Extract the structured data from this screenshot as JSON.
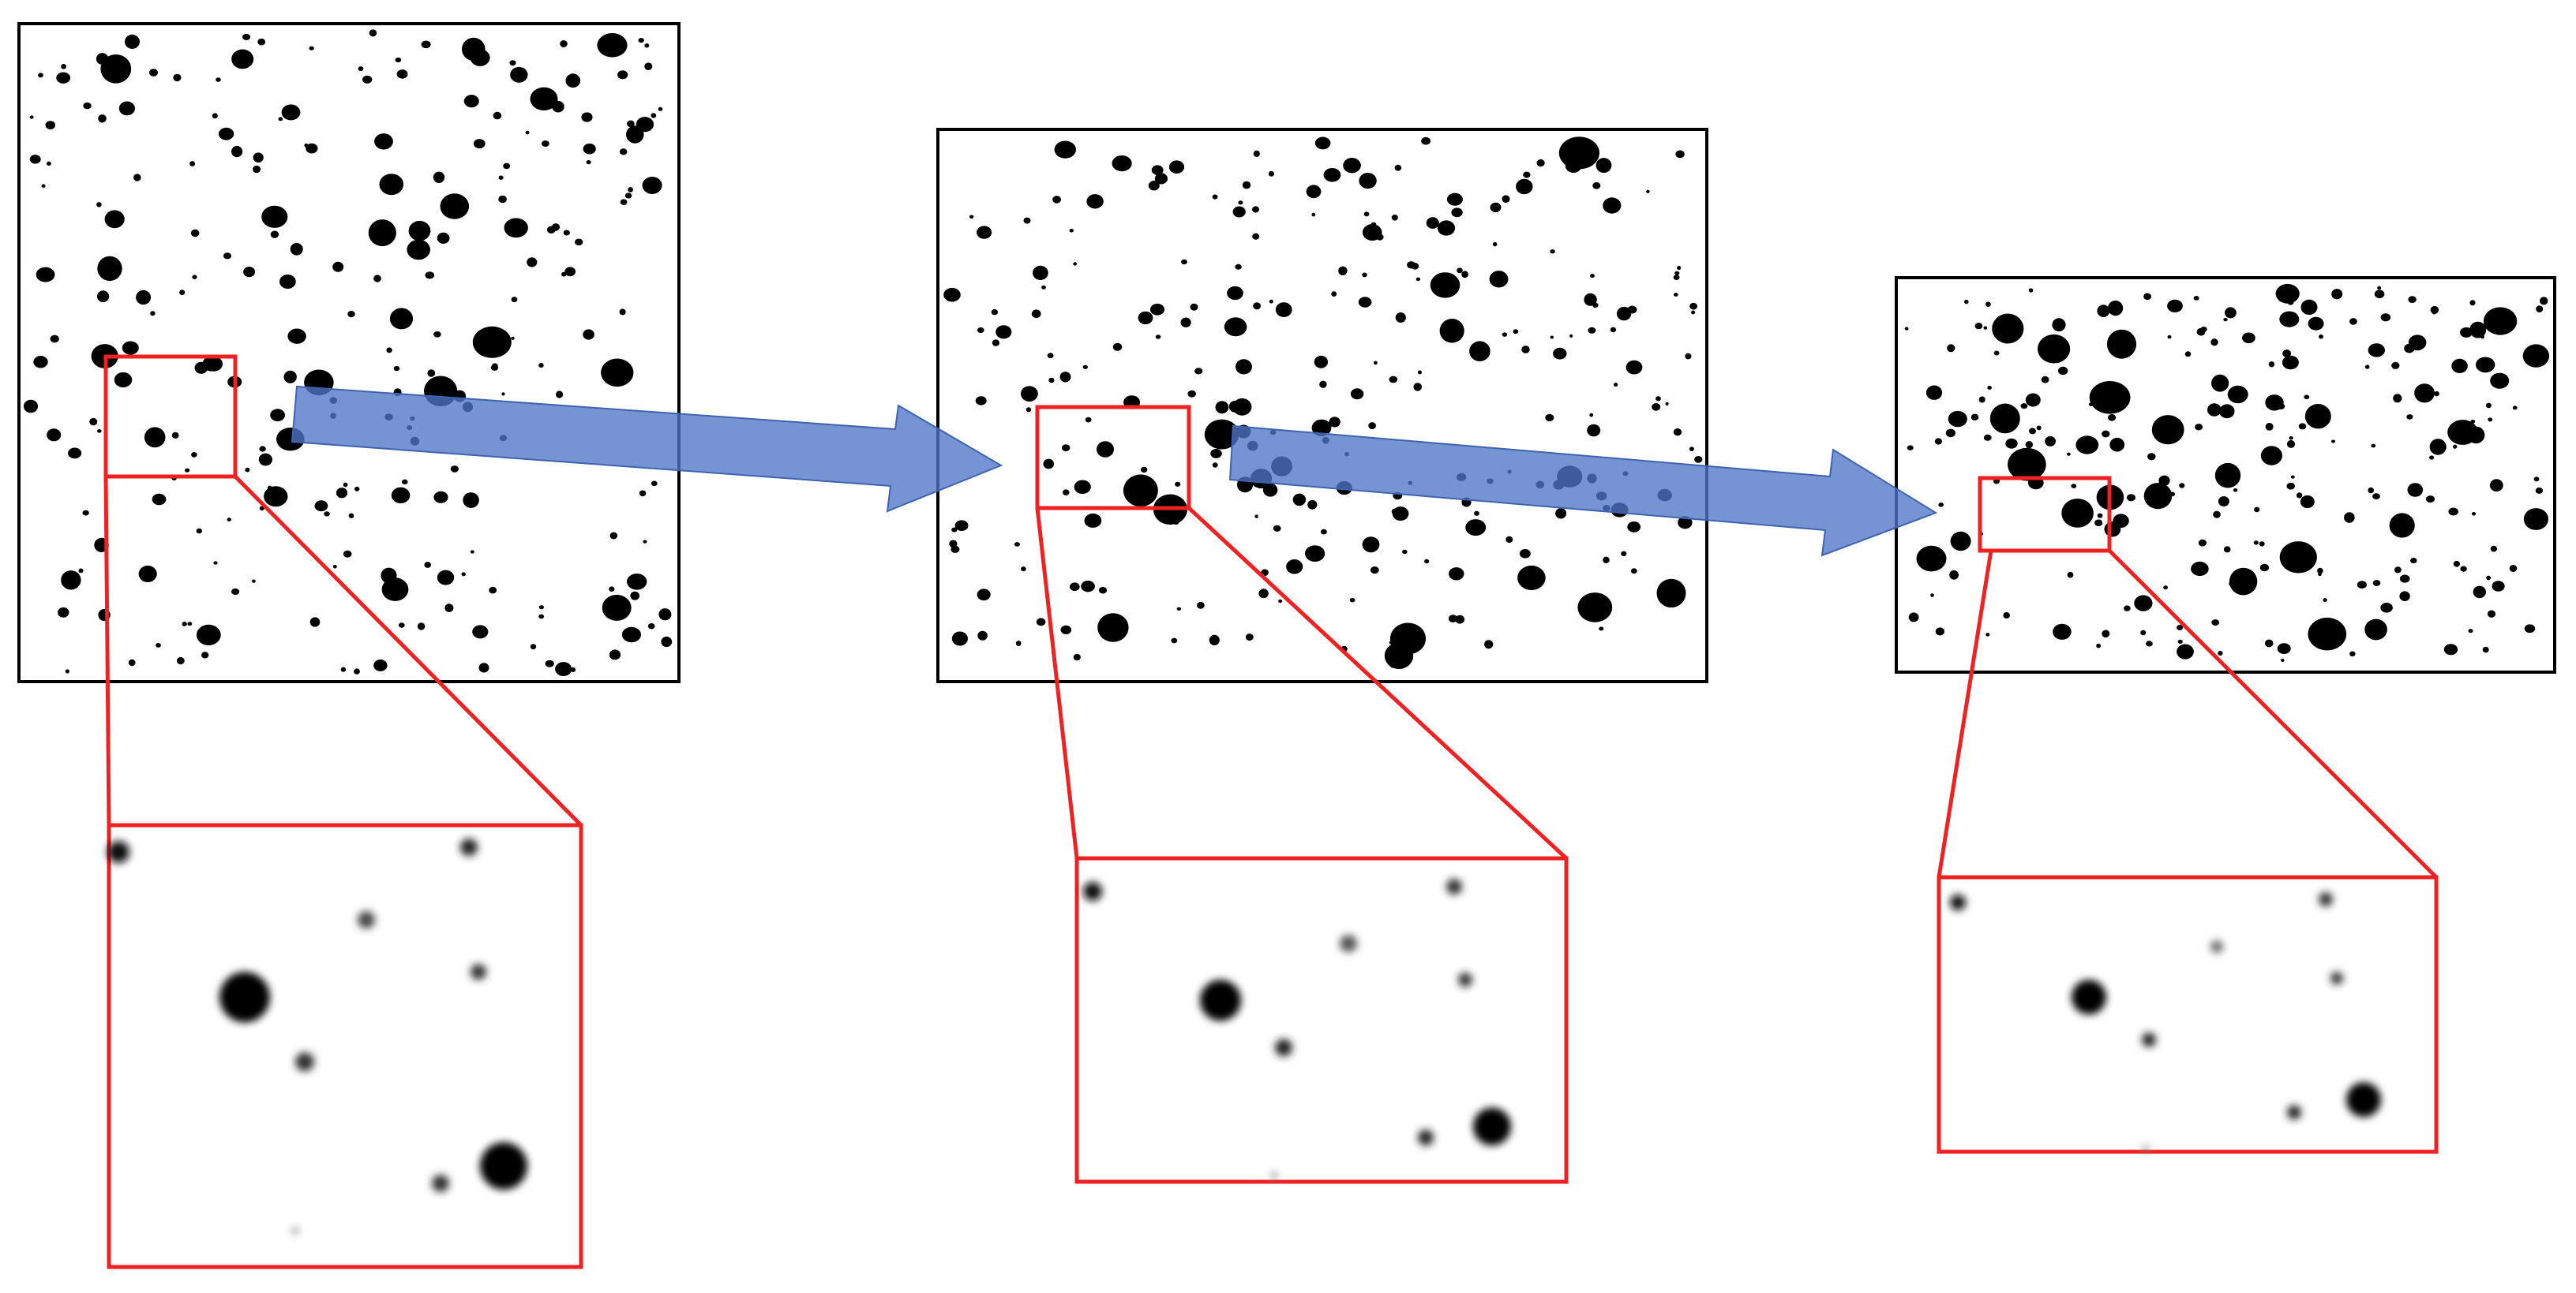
{
  "diagram": {
    "stages": [
      {
        "id": "stage-1",
        "label": ""
      },
      {
        "id": "stage-2",
        "label": ""
      },
      {
        "id": "stage-3",
        "label": ""
      }
    ],
    "arrows": [
      {
        "from": "stage-1",
        "to": "stage-2"
      },
      {
        "from": "stage-2",
        "to": "stage-3"
      }
    ],
    "colors": {
      "frame": "#000000",
      "highlight": "#ee2222",
      "arrow": "#5b7fc9",
      "particle": "#000000",
      "background": "#ffffff"
    },
    "icons": {
      "particle": "particle-dot-icon",
      "arrow": "block-arrow-icon",
      "zoom": "zoom-inset-icon"
    }
  }
}
